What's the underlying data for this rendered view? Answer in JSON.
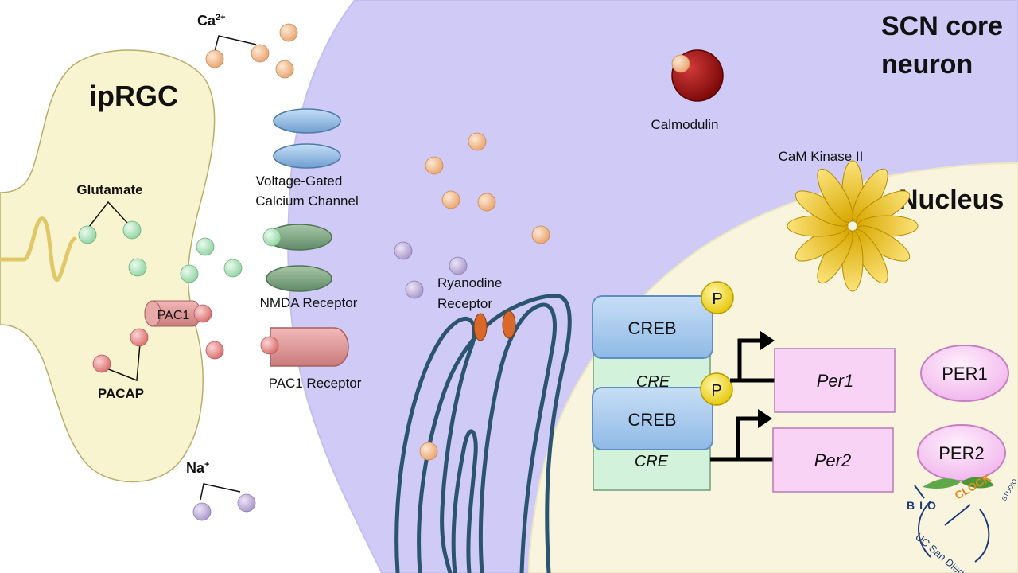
{
  "labels": {
    "ipRGC": "ipRGC",
    "scn_line1": "SCN core",
    "scn_line2": "neuron",
    "nucleus": "Nucleus",
    "calcium": "Ca",
    "calcium_charge": "2+",
    "sodium": "Na",
    "sodium_charge": "+",
    "glutamate": "Glutamate",
    "pacap": "PACAP",
    "pac1_small": "PAC1",
    "vgcc_line1": "Voltage-Gated",
    "vgcc_line2": "Calcium Channel",
    "nmda": "NMDA Receptor",
    "pac1_receptor": "PAC1 Receptor",
    "ryr_line1": "Ryanodine",
    "ryr_line2": "Receptor",
    "calmodulin": "Calmodulin",
    "camk": "CaM Kinase II",
    "creb": "CREB",
    "cre": "CRE",
    "p": "P",
    "per1_gene": "Per1",
    "per2_gene": "Per2",
    "per1_protein": "PER1",
    "per2_protein": "PER2",
    "logo_bio": "BIO",
    "logo_clock": "CLOCK",
    "logo_studio": "STUDIO",
    "logo_ucsd": "UC San Diego"
  },
  "colors": {
    "iprgc_fill": "#f8f4cf",
    "scn_fill": "#d0cbf6",
    "nucleus_fill": "#f8f4dd",
    "calcium": "#f4c29a",
    "sodium": "#c6b7df",
    "glutamate": "#b9e9c3",
    "pacap": "#ec9a9a",
    "creb": "#a6caee",
    "cre": "#d3f2dc",
    "per": "#f9d3f6",
    "phospho": "#f3df1f",
    "calmodulin": "#9a0f0f",
    "camk": "#f4cc2a",
    "er": "#2a5470",
    "ryr": "#d8692a"
  }
}
